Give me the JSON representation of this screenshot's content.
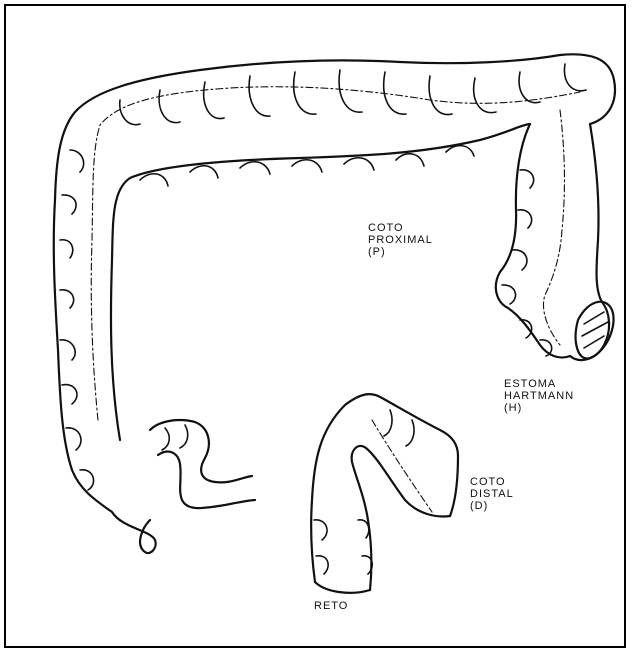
{
  "labels": {
    "proximal": {
      "line1": "COTO",
      "line2": "PROXIMAL",
      "line3": "(P)"
    },
    "stoma": {
      "line1": "ESTOMA",
      "line2": "HARTMANN",
      "line3": "(H)"
    },
    "distal": {
      "line1": "COTO",
      "line2": "DISTAL",
      "line3": "(D)"
    },
    "rectum": {
      "line1": "RETO"
    }
  }
}
